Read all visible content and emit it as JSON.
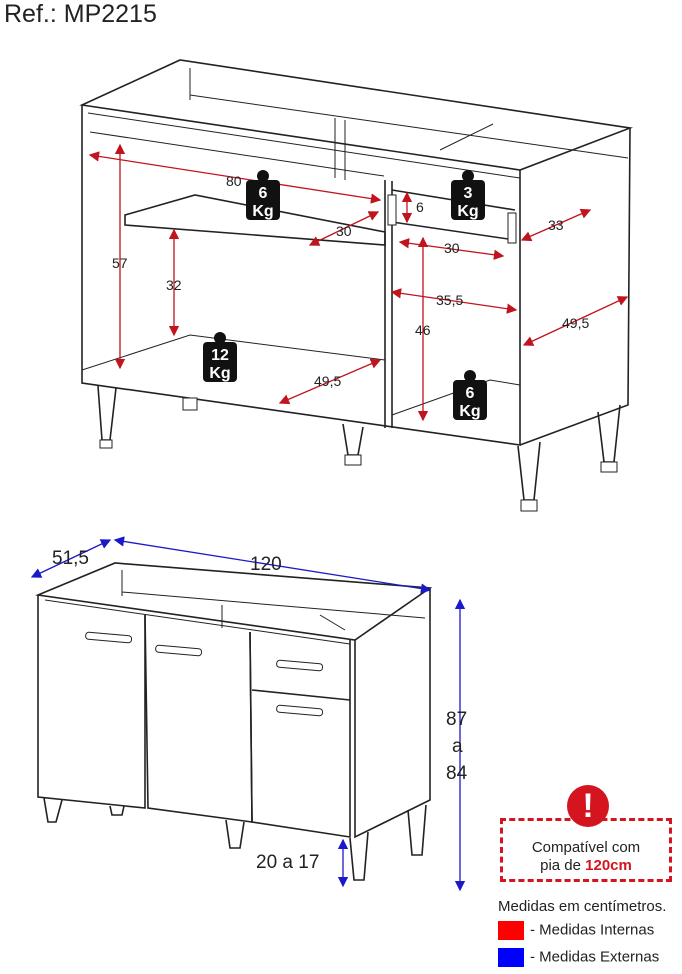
{
  "title": "Ref.: MP2215",
  "inner_dims": {
    "width_left": "80",
    "height_left": "57",
    "shelf_gap": "32",
    "shelf_depth": "30",
    "bottom_depth_left": "49,5",
    "drawer_height": "6",
    "drawer_width": "30",
    "drawer_depth": "33",
    "right_width": "35,5",
    "right_height": "46",
    "right_depth": "49,5"
  },
  "weights": [
    {
      "value": "6",
      "unit": "Kg"
    },
    {
      "value": "3",
      "unit": "Kg"
    },
    {
      "value": "12",
      "unit": "Kg"
    },
    {
      "value": "6",
      "unit": "Kg"
    }
  ],
  "outer_dims": {
    "depth": "51,5",
    "width": "120",
    "height_top": "87",
    "height_mid": "a",
    "height_bottom": "84",
    "leg_height": "20 a 17"
  },
  "compat": {
    "line1": "Compatível com",
    "line2": "pia de ",
    "size": "120cm",
    "icon": "exclamation-icon"
  },
  "legend": {
    "title": "Medidas em centímetros.",
    "items": [
      {
        "label": "- Medidas Internas",
        "color": "#ff0000"
      },
      {
        "label": "- Medidas Externas",
        "color": "#0000ff"
      }
    ]
  }
}
